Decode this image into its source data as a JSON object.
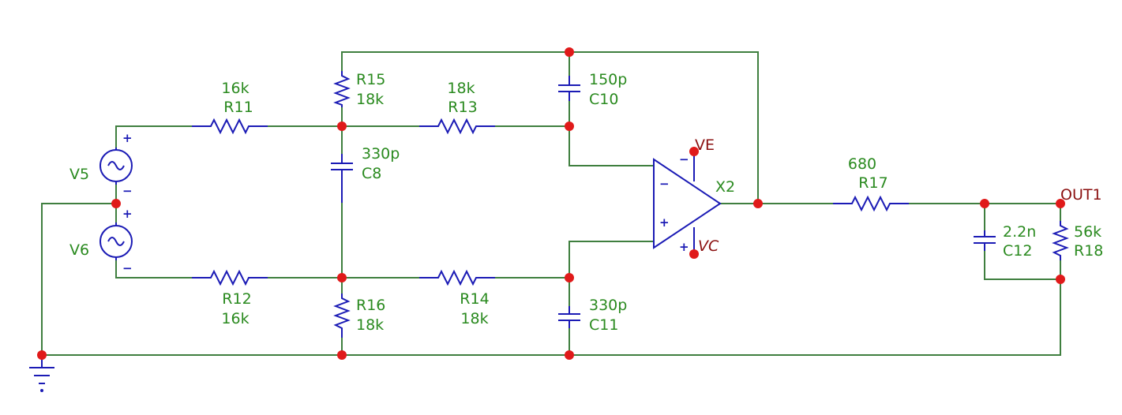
{
  "components": {
    "R11": {
      "name": "R11",
      "value": "16k"
    },
    "R12": {
      "name": "R12",
      "value": "16k"
    },
    "R13": {
      "name": "R13",
      "value": "18k"
    },
    "R14": {
      "name": "R14",
      "value": "18k"
    },
    "R15": {
      "name": "R15",
      "value": "18k"
    },
    "R16": {
      "name": "R16",
      "value": "18k"
    },
    "R17": {
      "name": "R17",
      "value": "680"
    },
    "R18": {
      "name": "R18",
      "value": "56k"
    },
    "C8": {
      "name": "C8",
      "value": "330p"
    },
    "C10": {
      "name": "C10",
      "value": "150p"
    },
    "C11": {
      "name": "C11",
      "value": "330p"
    },
    "C12": {
      "name": "C12",
      "value": "2.2n"
    },
    "V5": {
      "name": "V5"
    },
    "V6": {
      "name": "V6"
    },
    "X2": {
      "name": "X2"
    }
  },
  "nets": {
    "ve": "VE",
    "vc": "VC",
    "out": "OUT1"
  },
  "signs": {
    "plus": "+",
    "minus": "−"
  },
  "colors": {
    "wire": "#3f7f3f",
    "component": "#1b1bb5",
    "node": "#e01a1a",
    "label": "#2a8a1f",
    "net_label": "#8b1010"
  }
}
